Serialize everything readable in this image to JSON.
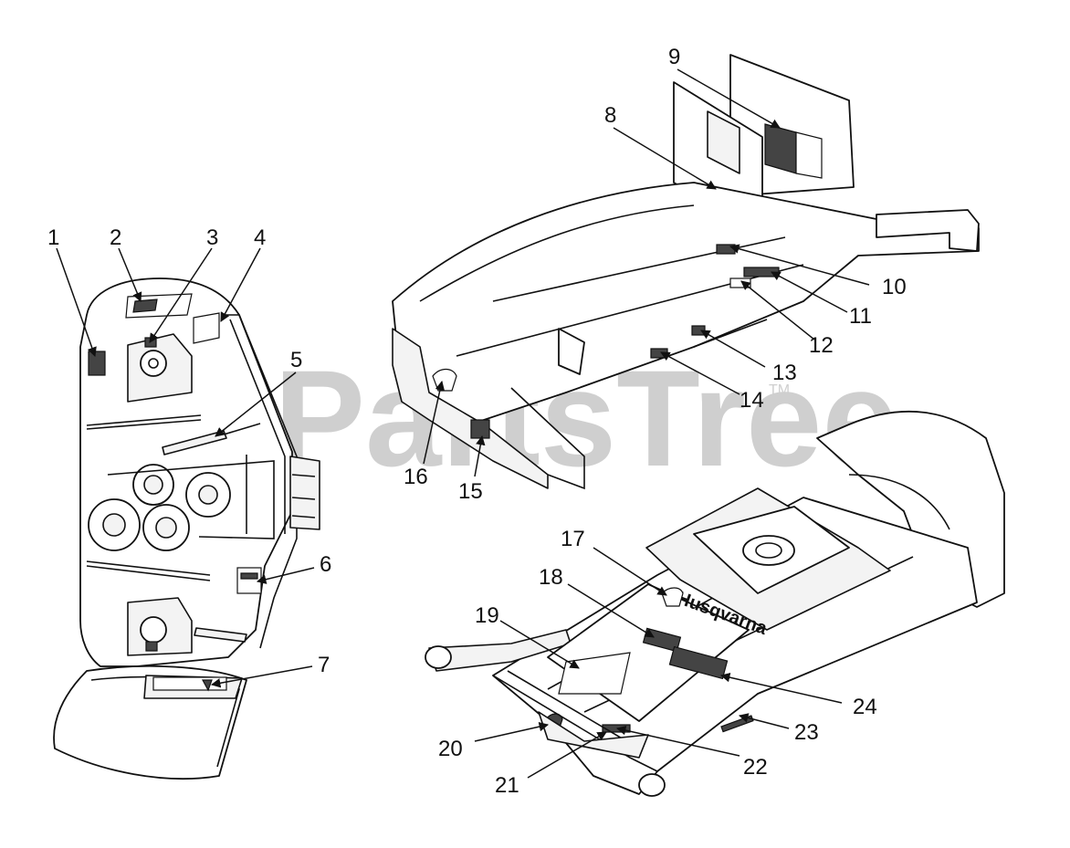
{
  "watermark": {
    "text": "PartsTree",
    "tm": "TM"
  },
  "callouts": [
    "1",
    "2",
    "3",
    "4",
    "5",
    "6",
    "7",
    "8",
    "9",
    "10",
    "11",
    "12",
    "13",
    "14",
    "15",
    "16",
    "17",
    "18",
    "19",
    "20",
    "21",
    "22",
    "23",
    "24"
  ],
  "brand_decal": {
    "text": "Husqvarna"
  }
}
